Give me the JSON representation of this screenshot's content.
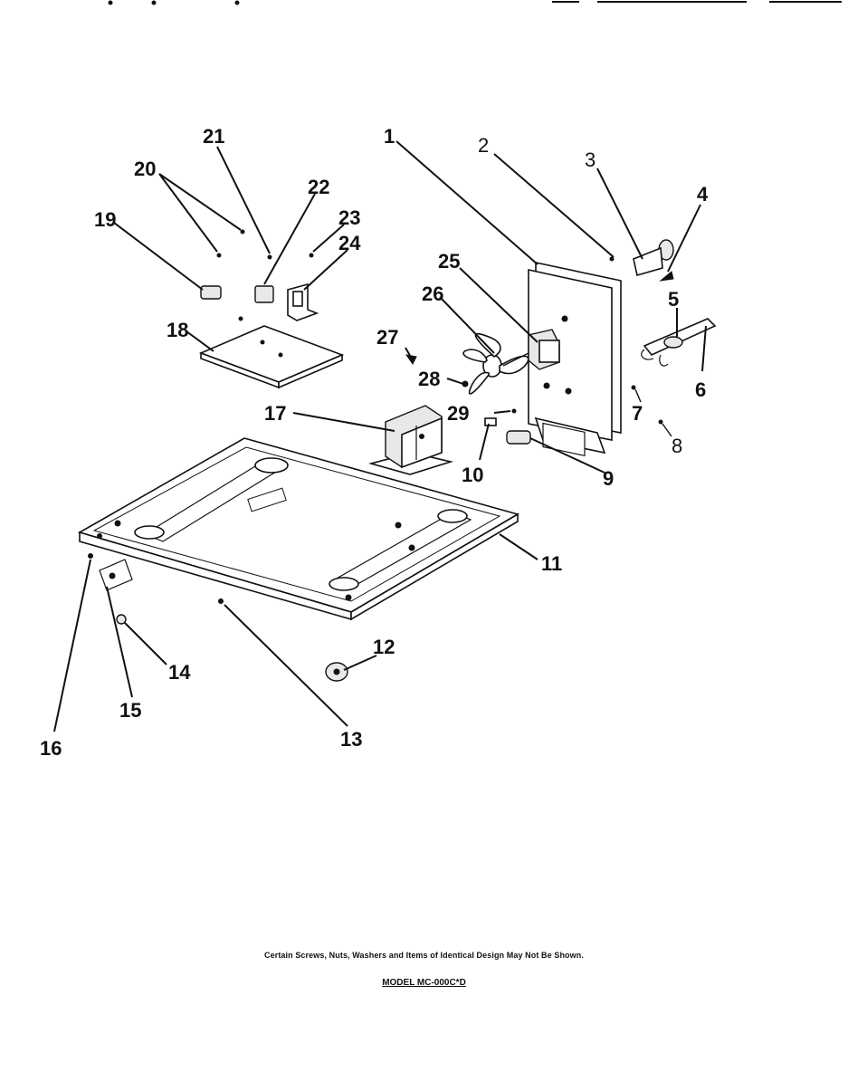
{
  "diagram": {
    "labels": [
      {
        "id": "1",
        "text": "1"
      },
      {
        "id": "2",
        "text": "2"
      },
      {
        "id": "3",
        "text": "3"
      },
      {
        "id": "4",
        "text": "4"
      },
      {
        "id": "5",
        "text": "5"
      },
      {
        "id": "6",
        "text": "6"
      },
      {
        "id": "7",
        "text": "7"
      },
      {
        "id": "8",
        "text": "8"
      },
      {
        "id": "9",
        "text": "9"
      },
      {
        "id": "10",
        "text": "10"
      },
      {
        "id": "11",
        "text": "11"
      },
      {
        "id": "12",
        "text": "12"
      },
      {
        "id": "13",
        "text": "13"
      },
      {
        "id": "14",
        "text": "14"
      },
      {
        "id": "15",
        "text": "15"
      },
      {
        "id": "16",
        "text": "16"
      },
      {
        "id": "17",
        "text": "17"
      },
      {
        "id": "18",
        "text": "18"
      },
      {
        "id": "19",
        "text": "19"
      },
      {
        "id": "20",
        "text": "20"
      },
      {
        "id": "21",
        "text": "21"
      },
      {
        "id": "22",
        "text": "22"
      },
      {
        "id": "23",
        "text": "23"
      },
      {
        "id": "24",
        "text": "24"
      },
      {
        "id": "25",
        "text": "25"
      },
      {
        "id": "26",
        "text": "26"
      },
      {
        "id": "27",
        "text": "27"
      },
      {
        "id": "28",
        "text": "28"
      },
      {
        "id": "29",
        "text": "29"
      }
    ]
  },
  "footer": {
    "note": "Certain Screws, Nuts, Washers and Items of Identical Design May Not Be Shown.",
    "model": "MODEL MC-000C*D"
  }
}
